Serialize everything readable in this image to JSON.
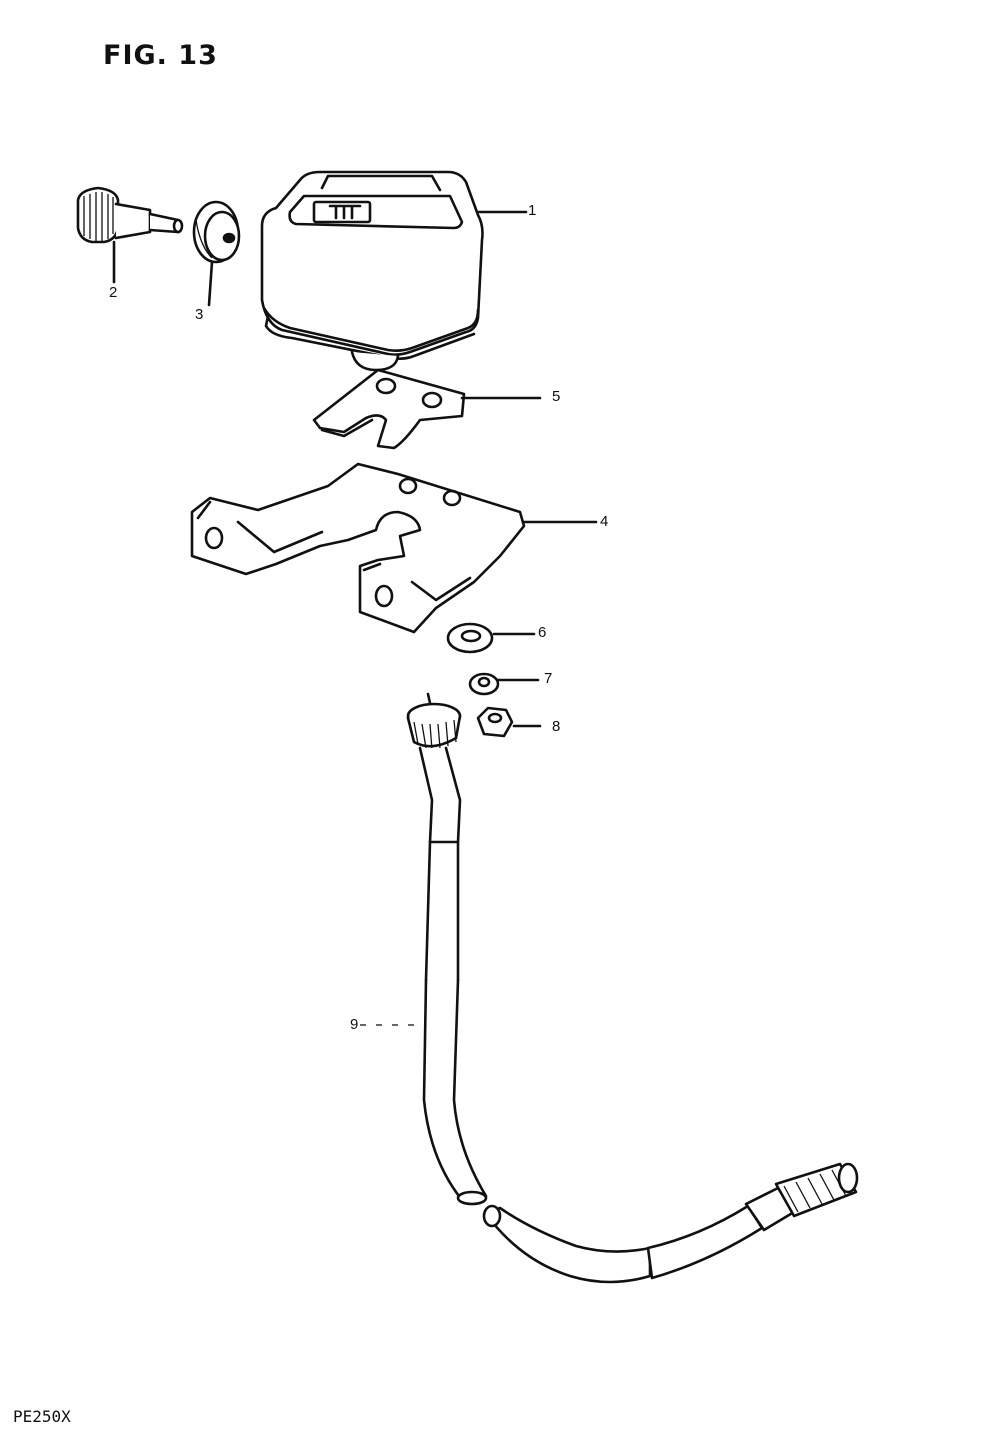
{
  "figure": {
    "title": "FIG. 13",
    "model": "PE250X"
  },
  "callouts": [
    {
      "id": "1",
      "label": "1"
    },
    {
      "id": "2",
      "label": "2"
    },
    {
      "id": "3",
      "label": "3"
    },
    {
      "id": "4",
      "label": "4"
    },
    {
      "id": "5",
      "label": "5"
    },
    {
      "id": "6",
      "label": "6"
    },
    {
      "id": "7",
      "label": "7"
    },
    {
      "id": "8",
      "label": "8"
    },
    {
      "id": "9",
      "label": "9"
    }
  ]
}
